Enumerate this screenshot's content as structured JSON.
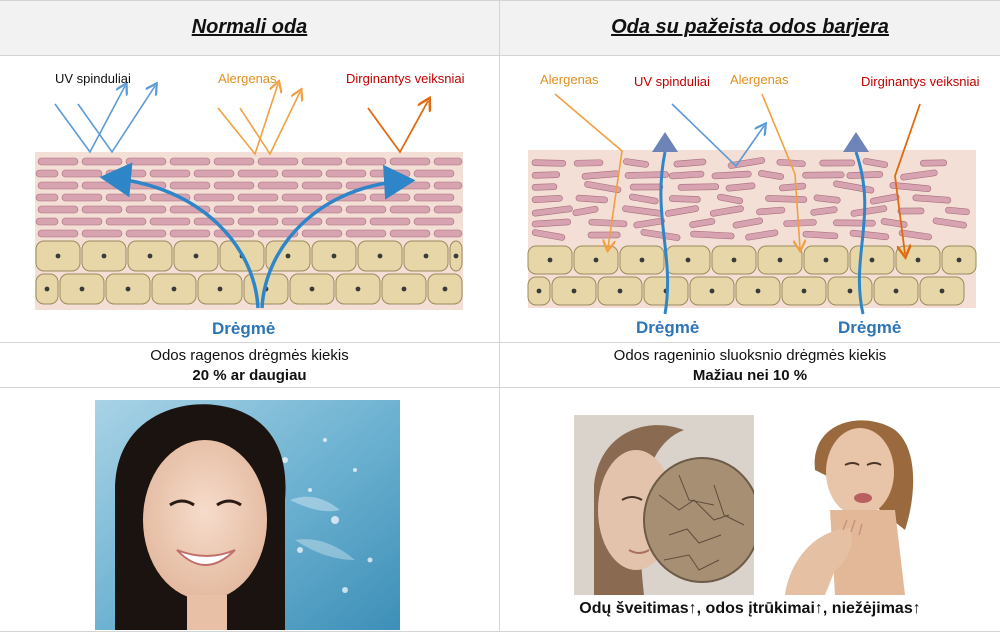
{
  "left": {
    "title": "Normali oda",
    "labels": {
      "uv": "UV spinduliai",
      "allergen": "Alergenas",
      "irritants": "Dirginantys veiksniai",
      "moisture": "Drėgmė"
    },
    "info_line1": "Odos ragenos drėgmės kiekis",
    "info_line2": "20 % ar daugiau"
  },
  "right": {
    "title": "Oda su pažeista odos barjera",
    "labels": {
      "allergen_a": "Alergenas",
      "uv": "UV spinduliai",
      "allergen_b": "Alergenas",
      "irritants": "Dirginantys veiksniai",
      "moisture_a": "Drėgmė",
      "moisture_b": "Drėgmė"
    },
    "info_line1": "Odos rageninio sluoksnio drėgmės kiekis",
    "info_line2": "Mažiau nei 10 %",
    "caption": "Odų šveitimas↑, odos įtrūkimai↑, niežėjimas↑"
  },
  "colors": {
    "uv_arrow": "#5b9bd5",
    "allergen_arrow": "#f0a040",
    "irritant_arrow": "#e06a10",
    "moisture": "#2e86c8",
    "uv_text": "#111111",
    "allergen_text": "#e09020",
    "irritant_text": "#c00000",
    "moisture_text": "#2e75b6",
    "cell_fill": "#e6d6a8",
    "corneocyte_fill": "#d7a3b0",
    "layer_bg": "#f3dfd5"
  }
}
